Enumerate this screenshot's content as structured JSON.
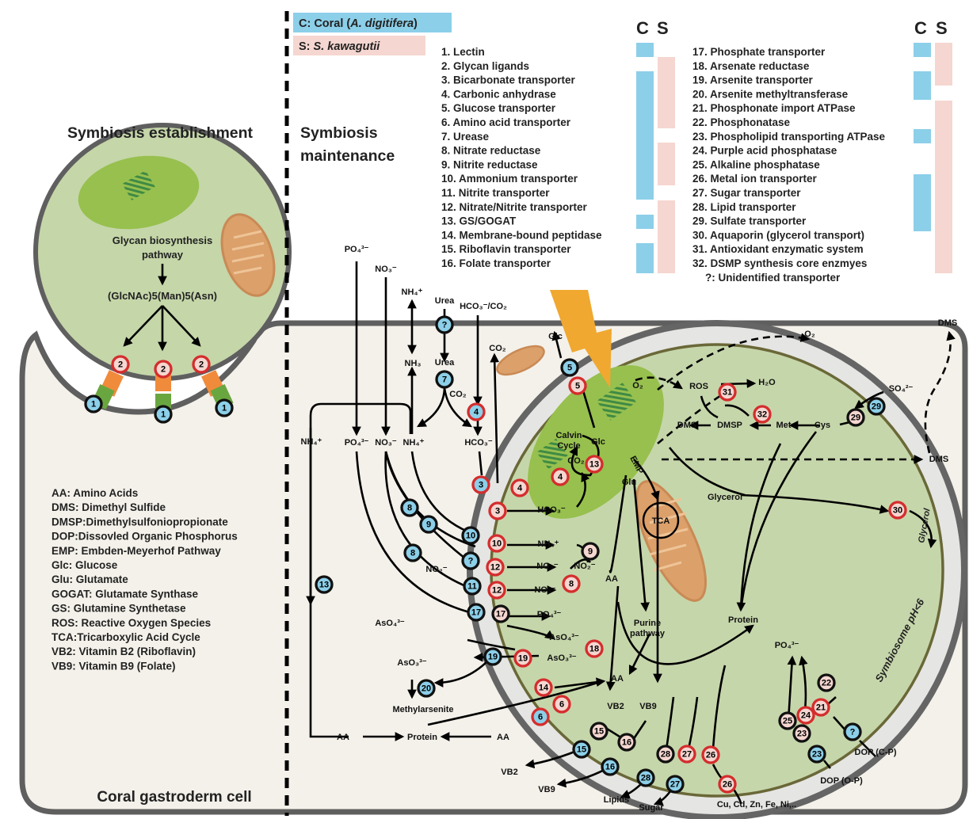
{
  "headings": {
    "establishment": "Symbiosis establishment",
    "maintenance_1": "Symbiosis",
    "maintenance_2": "maintenance",
    "cell": "Coral gastroderm cell"
  },
  "species_key": {
    "coral_prefix": "C: Coral (",
    "coral_species": "A. digitifera",
    "coral_suffix": ")",
    "sym_prefix": "S: ",
    "sym_species": "S. kawagutii",
    "col_c": "C",
    "col_s": "S"
  },
  "colors": {
    "coral_blue": "#8ccfe9",
    "sym_pink": "#f5d6d0",
    "red_ring": "#d42d2d",
    "cell_bg": "#f4f1ea",
    "symbiont_green": "#c7d8aa",
    "chloroplast": "#93c04a",
    "mito": "#d99a63",
    "lightning": "#f0a830"
  },
  "legend_left": [
    "1. Lectin",
    "2. Glycan ligands",
    "3. Bicarbonate transporter",
    "4. Carbonic anhydrase",
    "5. Glucose transporter",
    "6. Amino acid transporter",
    "7. Urease",
    "8. Nitrate reductase",
    "9. Nitrite reductase",
    "10. Ammonium transporter",
    "11. Nitrite transporter",
    "12. Nitrate/Nitrite transporter",
    "13. GS/GOGAT",
    "14. Membrane-bound peptidase",
    "15. Riboflavin transporter",
    "16. Folate transporter"
  ],
  "legend_right": [
    "17. Phosphate transporter",
    "18. Arsenate reductase",
    "19. Arsenite transporter",
    "20. Arsenite methyltransferase",
    "21. Phosphonate import ATPase",
    "22. Phosphonatase",
    "23. Phospholipid transporting ATPase",
    "24. Purple acid phosphatase",
    "25. Alkaline phosphatase",
    "26. Metal ion transporter",
    "27. Sugar transporter",
    "28. Lipid transporter",
    "29. Sulfate transporter",
    "30. Aquaporin (glycerol transport)",
    "31. Antioxidant enzymatic system",
    "32. DSMP synthesis core enzmyes",
    "?: Unidentified transporter"
  ],
  "abbreviations": [
    "AA: Amino Acids",
    "DMS: Dimethyl Sulfide",
    "DMSP:Dimethylsulfoniopropionate",
    "DOP:Dissovled Organic Phosphorus",
    "EMP: Embden-Meyerhof Pathway",
    "Glc: Glucose",
    "Glu: Glutamate",
    "GOGAT: Glutamate Synthase",
    "GS: Glutamine Synthetase",
    "ROS: Reactive Oxygen  Species",
    "TCA:Tricarboxylic Acid Cycle",
    "VB2: Vitamin B2 (Riboflavin)",
    "VB9: Vitamin B9 (Folate)"
  ],
  "establishment_cell": {
    "pathway_1": "Glycan biosynthesis",
    "pathway_2": "pathway",
    "glycan": "(GlcNAc)5(Man)5(Asn)"
  },
  "labels": {
    "po4_top": "PO₄³⁻",
    "no3_top": "NO₃⁻",
    "nh4_top": "NH₄⁺",
    "urea_top": "Urea",
    "hco3_co2": "HCO₃⁻/CO₂",
    "nh3": "NH₃",
    "urea_mid": "Urea",
    "co2_a": "CO₂",
    "co2_b": "CO₂",
    "glc_top": "Glc",
    "nh4_left": "NH₄⁺",
    "po4_mid": "PO₄³⁻",
    "no3_mid": "NO₃⁻",
    "nh4_mid": "NH₄⁺",
    "hco3_mid": "HCO₃⁻",
    "calvin": "Calvin\nCycle",
    "glc_chl": "Glc",
    "co2_chl": "CO₂",
    "emp": "EMP",
    "glu": "Glu",
    "tca": "TCA",
    "hco3_in": "HCO₃⁻",
    "nh4_in": "NH₄⁺",
    "no3_in": "NO₃⁻",
    "no2_in": "NO₂⁻",
    "no2_b": "NO₂⁻",
    "no2_out": "NO₂⁻",
    "aa_in": "AA",
    "glycerol": "Glycerol",
    "glycerol_out": "Glycerol",
    "o2_top": "O₂",
    "o2_chl": "O₂",
    "ros": "ROS",
    "h2o": "H₂O",
    "dms_in": "DMS",
    "dmsp": "DMSP",
    "met": "Met",
    "cys": "Cys",
    "dms_out": "DMS",
    "dms_top": "DMS",
    "so4": "SO₄²⁻",
    "po4_sym": "PO₄³⁻",
    "aso4_out": "AsO₄³⁻",
    "aso4_in": "AsO₄³⁻",
    "aso3_in": "AsO₃³⁻",
    "aso3_out": "AsO₃³⁻",
    "methylarsenite": "Methylarsenite",
    "purine_1": "Purine",
    "purine_2": "pathway",
    "protein_in": "Protein",
    "aa_b": "AA",
    "vb2_in": "VB2",
    "vb9_in": "VB9",
    "aa_left": "AA",
    "protein_left": "Protein",
    "aa_right": "AA",
    "vb2_out": "VB2",
    "vb9_out": "VB9",
    "lipids": "Lipids",
    "sugar": "Sugar",
    "metals": "Cu, Cd, Zn, Fe, Ni,..",
    "po4_right": "PO₄³⁻",
    "dop_cp": "DOP (C-P)",
    "dop_op": "DOP (O-P)",
    "symbiosome": "Symbiosome pH<6"
  }
}
